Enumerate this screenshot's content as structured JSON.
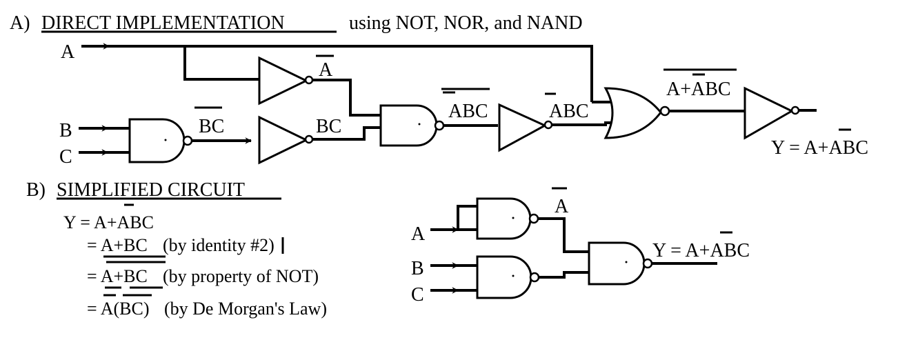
{
  "section_a": {
    "prefix": "A)",
    "heading": "DIRECT IMPLEMENTATION",
    "suffix": "using NOT, NOR, and NAND"
  },
  "inputs": {
    "a": "A",
    "b": "B",
    "c": "C"
  },
  "signals": {
    "bc_bar": "BC",
    "bc": "BC",
    "a_bar": "A",
    "abc_bar": "ABC",
    "a_bar_bc": "ABC",
    "nor_out": "A+ABC"
  },
  "output_eq": "Y = A+ABC",
  "section_b": {
    "prefix": "B)",
    "heading": "SIMPLIFIED CIRCUIT",
    "steps": [
      {
        "expr": "Y = A+ABC",
        "note": ""
      },
      {
        "expr": "= A+BC",
        "note": "(by identity #2)"
      },
      {
        "expr": "= A+BC",
        "note": "(by property of NOT)"
      },
      {
        "expr": "= A(BC)",
        "note": "(by De Morgan's Law)"
      }
    ]
  },
  "simplified": {
    "a": "A",
    "b": "B",
    "c": "C",
    "a_bar": "A",
    "output_eq": "Y = A+ABC"
  }
}
